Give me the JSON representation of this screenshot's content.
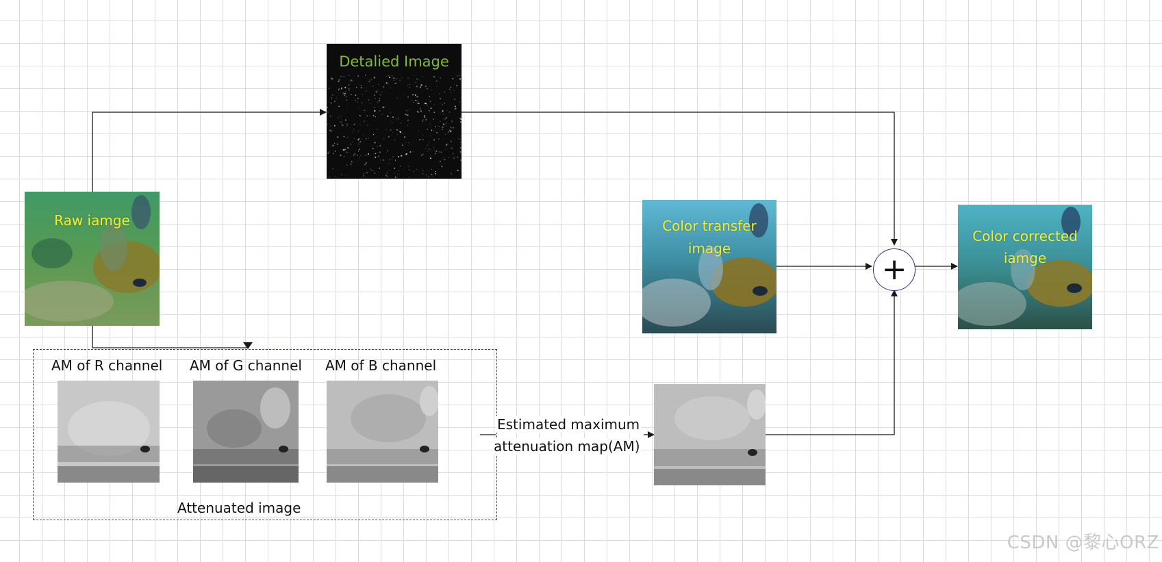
{
  "nodes": {
    "raw_image": {
      "label": "Raw iamge"
    },
    "detail_image": {
      "label": "Detalied Image"
    },
    "color_transfer_image": {
      "label_line1": "Color transfer",
      "label_line2": "image"
    },
    "color_corrected_image": {
      "label_line1": "Color corrected",
      "label_line2": "iamge"
    },
    "am_r": {
      "label": "AM of R channel"
    },
    "am_g": {
      "label": "AM of G channel"
    },
    "am_b": {
      "label": "AM of B channel"
    },
    "attenuated_group": {
      "label": "Attenuated image"
    },
    "am_output": {
      "label_line1": "Estimated maximum",
      "label_line2": "attenuation map(AM)"
    },
    "sum_operator": {
      "symbol": "+"
    }
  },
  "watermark": "CSDN @黎心ORZ",
  "colors": {
    "overlay_text": "#f4ef2a",
    "detail_text": "#86b83a",
    "arrow": "#1a1a1a",
    "group_border": "#3f3e6e",
    "plus_circle": "#2b2b8a"
  }
}
